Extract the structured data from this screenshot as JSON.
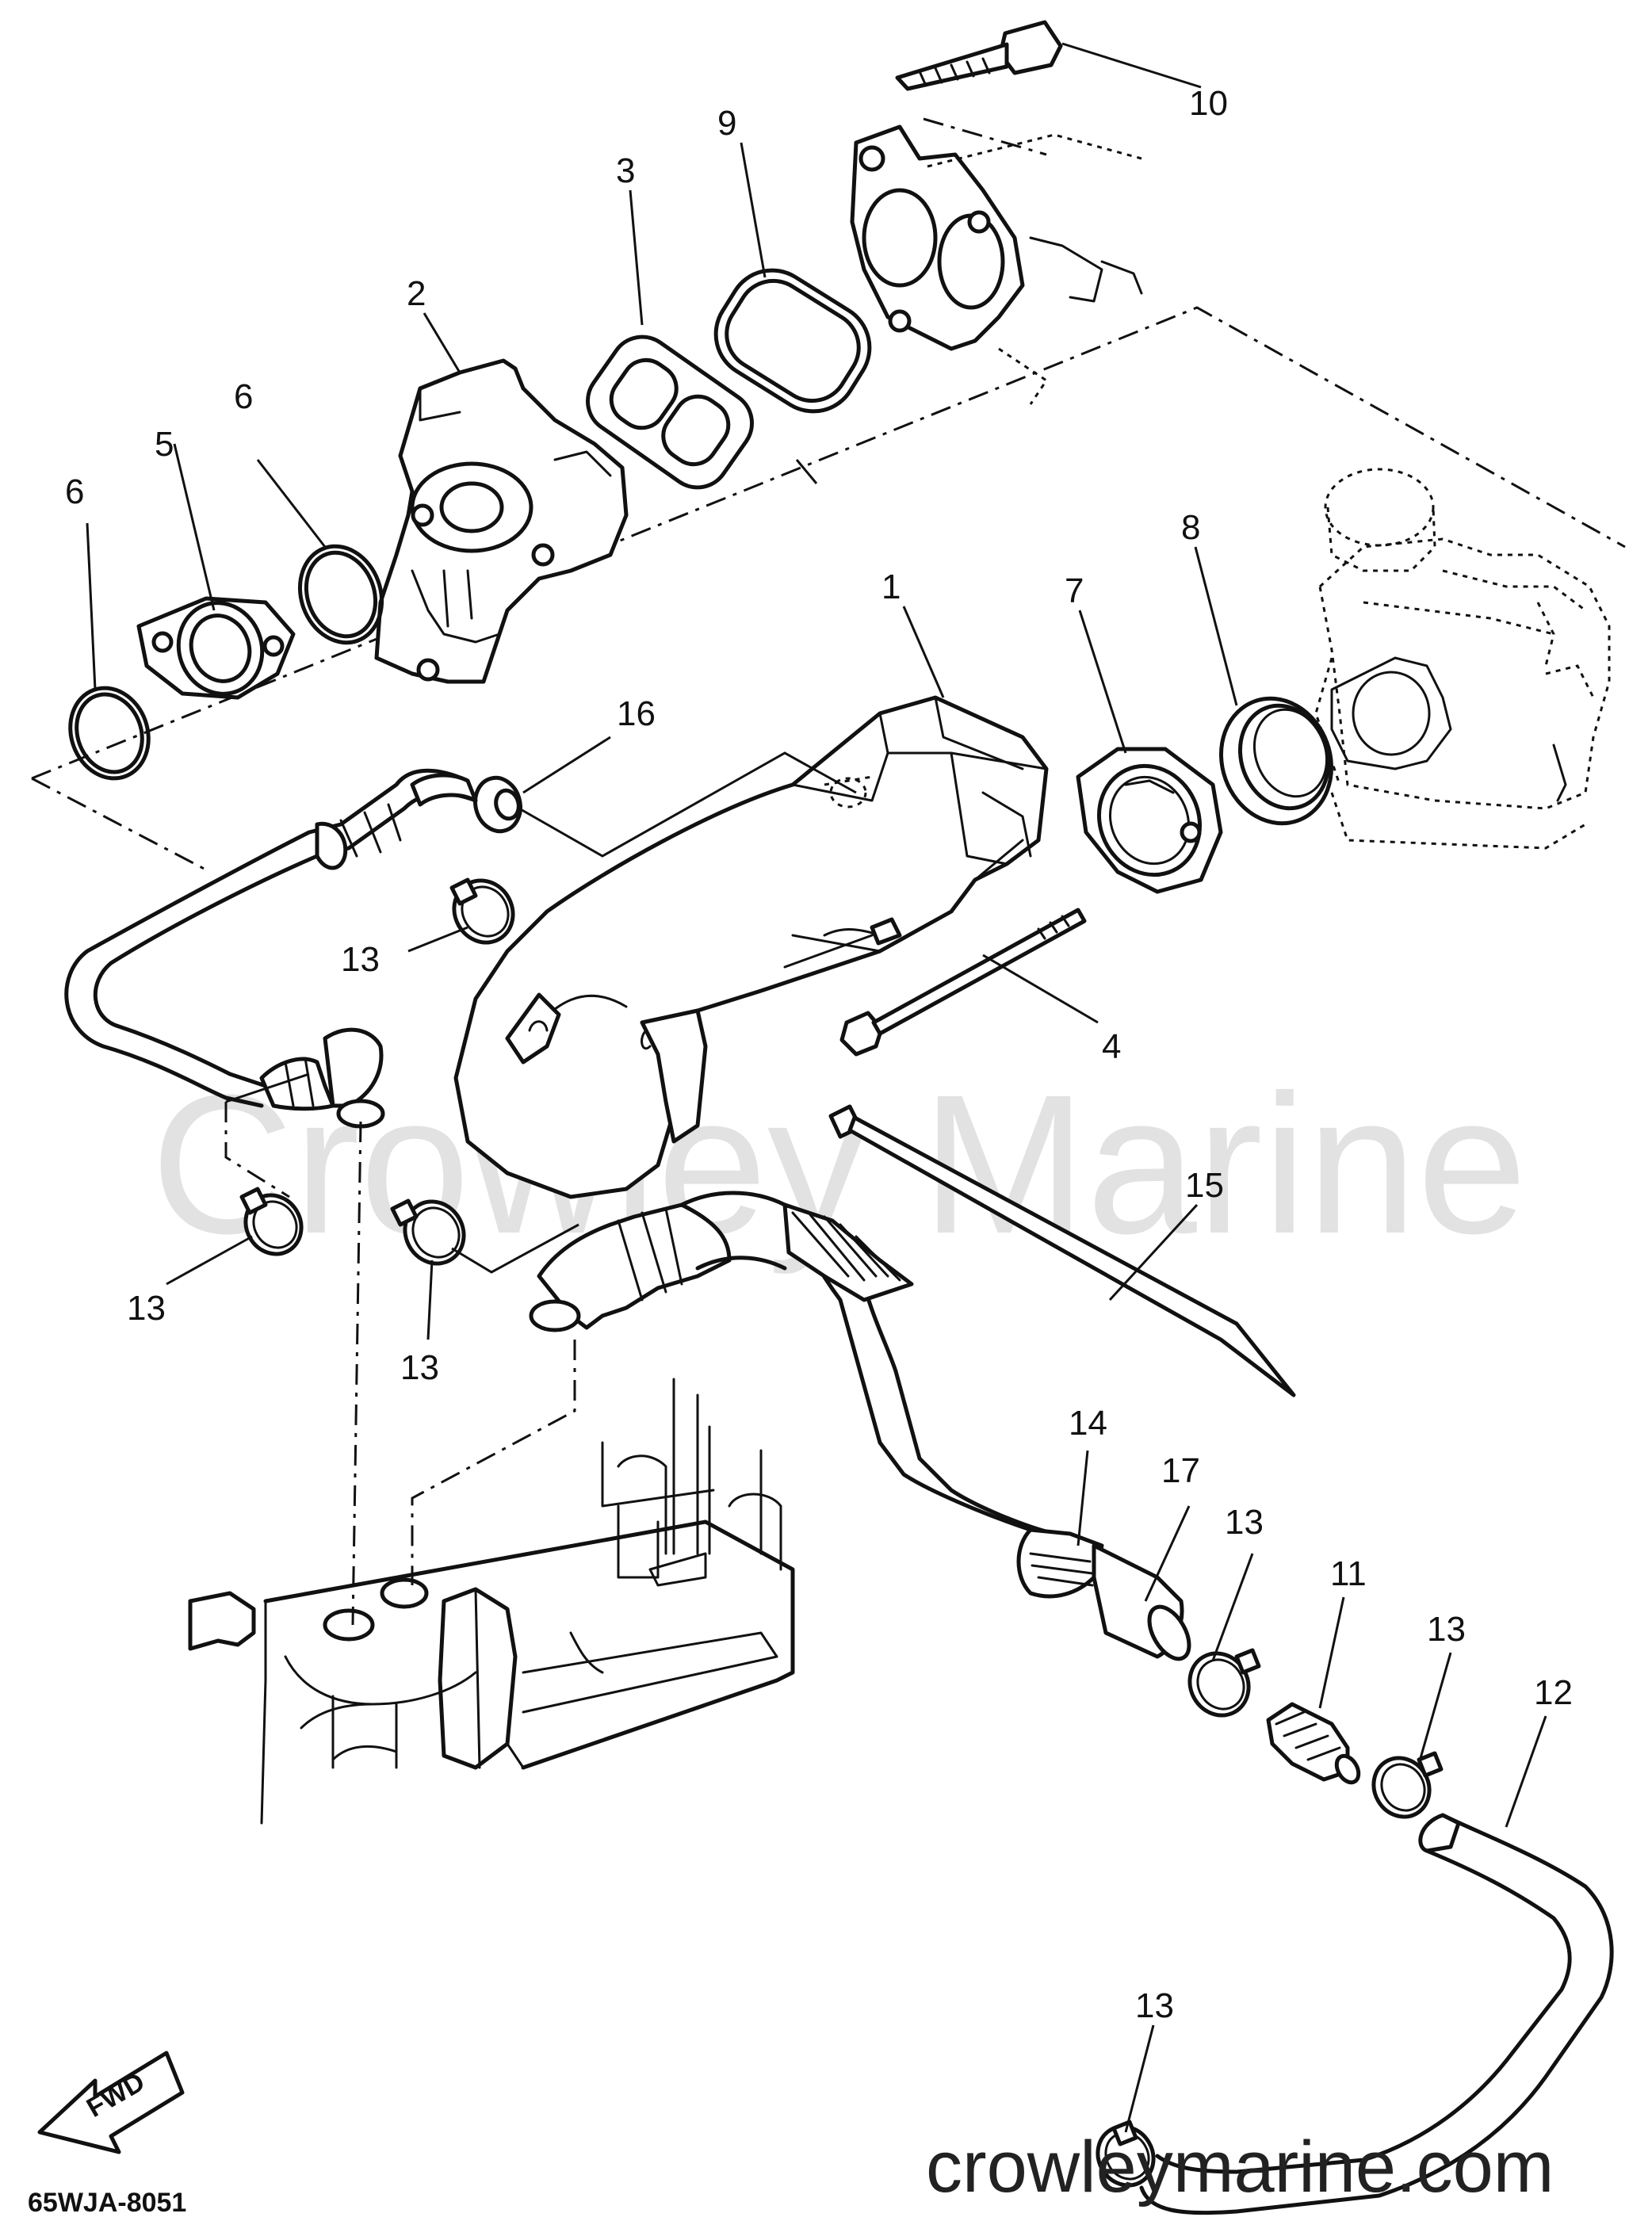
{
  "watermark": {
    "brand": "Crowley Marine",
    "url": "crowleymarine.com"
  },
  "diagram_code": "65WJA-8051",
  "direction_marker": "FWD",
  "callouts": [
    {
      "id": "c1",
      "label": "1"
    },
    {
      "id": "c2",
      "label": "2"
    },
    {
      "id": "c3",
      "label": "3"
    },
    {
      "id": "c4",
      "label": "4"
    },
    {
      "id": "c5",
      "label": "5"
    },
    {
      "id": "c6a",
      "label": "6"
    },
    {
      "id": "c6b",
      "label": "6"
    },
    {
      "id": "c7",
      "label": "7"
    },
    {
      "id": "c8",
      "label": "8"
    },
    {
      "id": "c9",
      "label": "9"
    },
    {
      "id": "c10",
      "label": "10"
    },
    {
      "id": "c11",
      "label": "11"
    },
    {
      "id": "c12",
      "label": "12"
    },
    {
      "id": "c13a",
      "label": "13"
    },
    {
      "id": "c13b",
      "label": "13"
    },
    {
      "id": "c13c",
      "label": "13"
    },
    {
      "id": "c13d",
      "label": "13"
    },
    {
      "id": "c13e",
      "label": "13"
    },
    {
      "id": "c13f",
      "label": "13"
    },
    {
      "id": "c14",
      "label": "14"
    },
    {
      "id": "c15",
      "label": "15"
    },
    {
      "id": "c16",
      "label": "16"
    },
    {
      "id": "c17",
      "label": "17"
    }
  ]
}
